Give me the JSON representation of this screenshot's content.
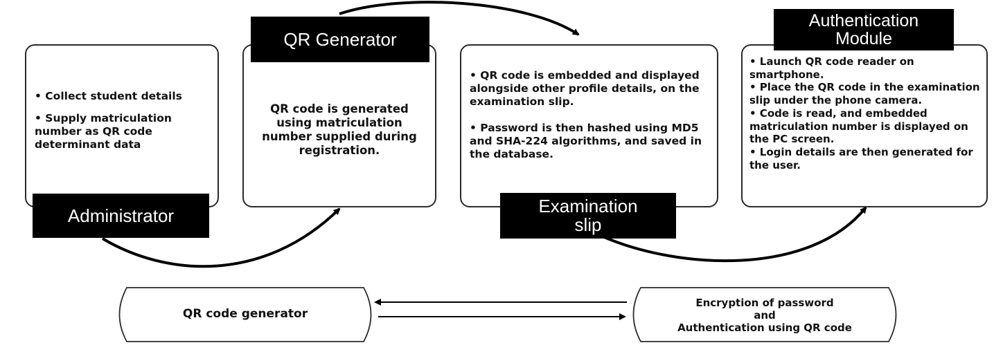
{
  "stages": [
    {
      "label": "Administrator",
      "points": [
        "• Collect student details",
        "• Supply matriculation number as QR code determinant data"
      ]
    },
    {
      "label": "QR Generator",
      "text": "QR code is generated using matriculation number supplied during registration."
    },
    {
      "label_lines": [
        "Examination",
        "slip"
      ],
      "points": [
        "• QR code is embedded and displayed alongside other profile details, on the examination slip.",
        "• Password is then hashed using MD5 and SHA-224 algorithms, and saved in the database."
      ]
    },
    {
      "label_lines": [
        "Authentication",
        "Module"
      ],
      "points": [
        "• Launch QR code reader on smartphone.",
        "• Place the QR code in the examination slip under the phone camera.",
        "• Code is read, and embedded matriculation number is displayed on the PC screen.",
        "• Login details are then generated for the user."
      ]
    }
  ],
  "bottom": {
    "left": "QR code generator",
    "right_lines": [
      "Encryption of password",
      "and",
      "Authentication using QR code"
    ]
  }
}
